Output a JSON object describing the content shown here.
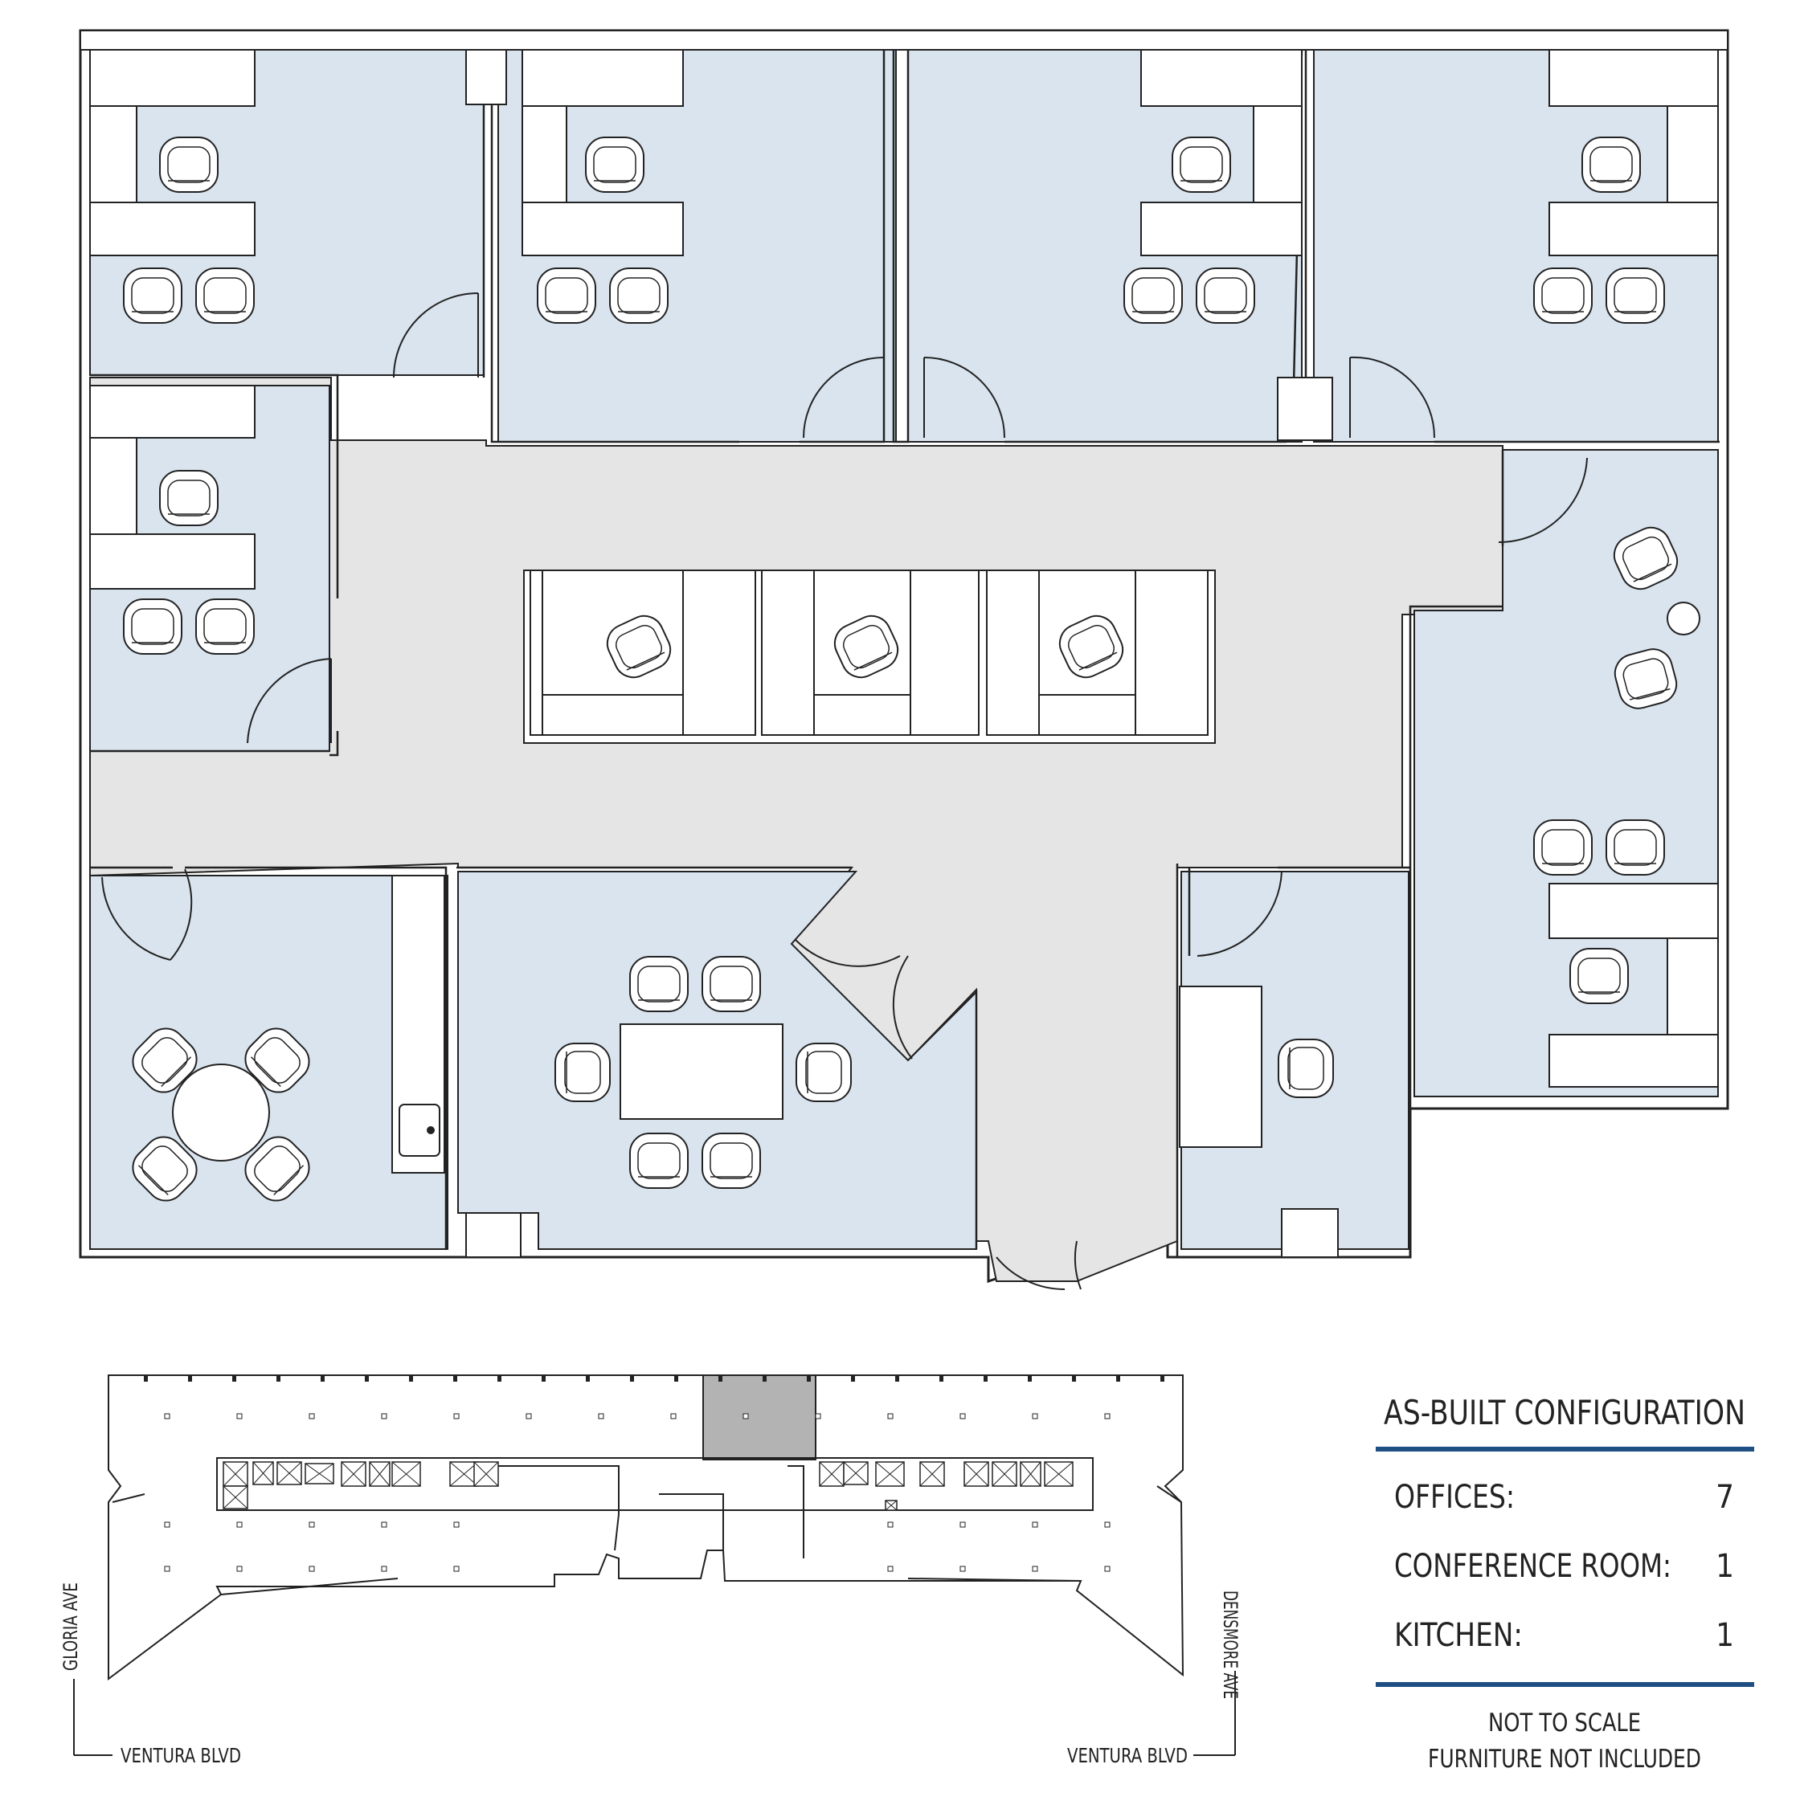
{
  "summary": {
    "title": "AS-BUILT CONFIGURATION",
    "rows": [
      {
        "label": "OFFICES:",
        "value": "7"
      },
      {
        "label": "CONFERENCE ROOM:",
        "value": "1"
      },
      {
        "label": "KITCHEN:",
        "value": "1"
      }
    ],
    "note_line1": "NOT TO SCALE",
    "note_line2": "FURNITURE NOT INCLUDED"
  },
  "key_plan": {
    "streets": {
      "left_vertical": "GLORIA AVE",
      "left_bottom": "VENTURA BLVD",
      "right_vertical": "DENSMORE AVE",
      "right_bottom": "VENTURA BLVD"
    }
  },
  "colors": {
    "room_fill": "#d9e4ef",
    "corridor_fill": "#e5e5e5",
    "highlight_suite": "#b3b3b3",
    "rule_blue": "#1f4e82",
    "line": "#222222"
  }
}
